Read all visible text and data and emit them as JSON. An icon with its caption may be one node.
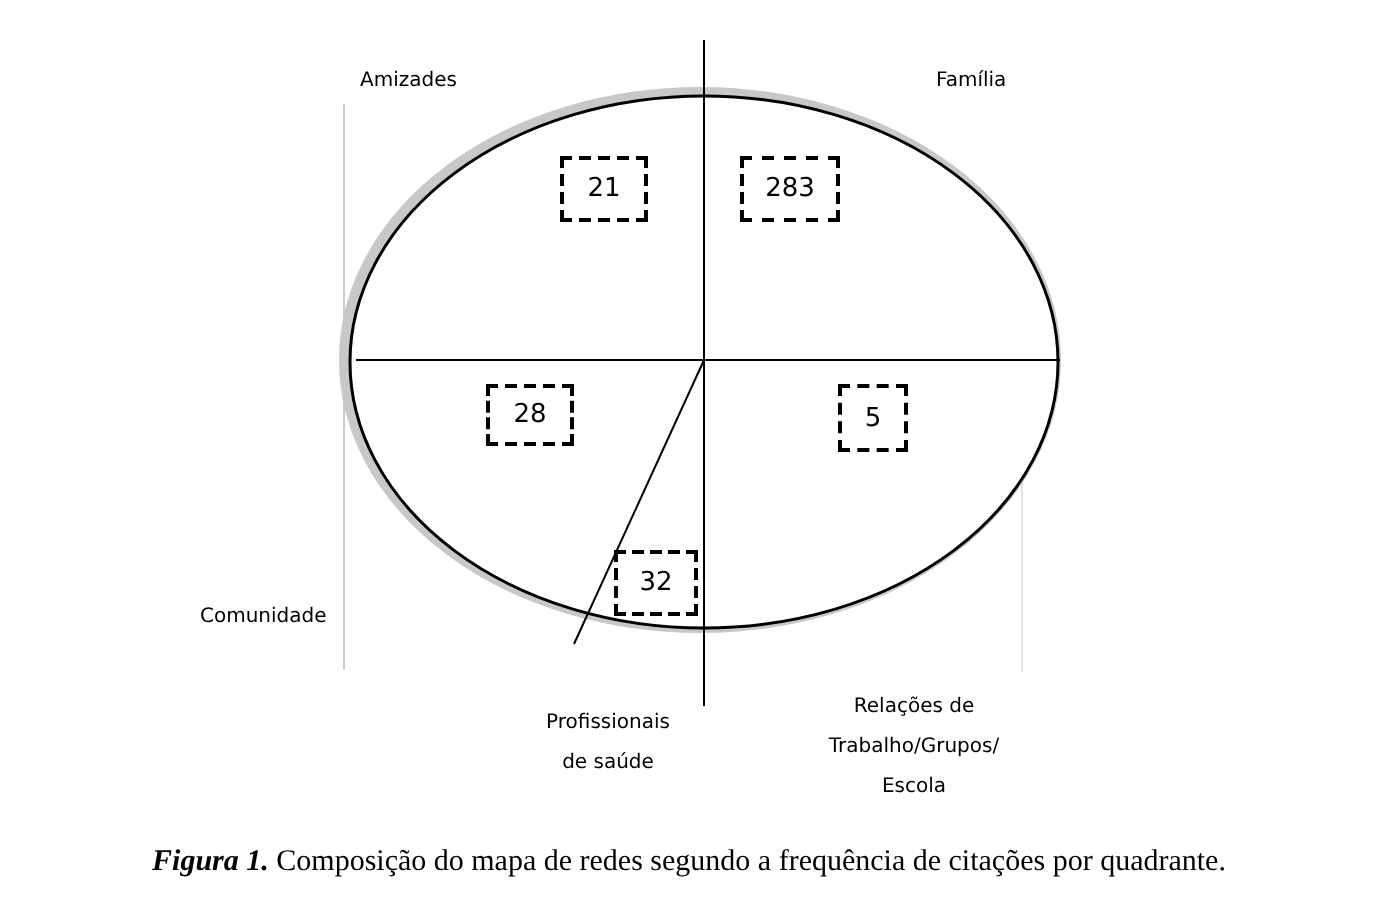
{
  "diagram": {
    "caption": "**Figura 1.** Composição do mapa de redes segundo a frequência de citações por quadrante.",
    "nodes": [
      {
        "text": [],
        "shape": "circle"
      },
      {
        "text": [
          "21"
        ],
        "in": 0
      },
      {
        "text": [
          "283"
        ],
        "in": 0
      },
      {
        "text": [
          "28"
        ],
        "in": 0
      },
      {
        "text": [
          "5"
        ],
        "in": 0
      },
      {
        "text": [
          "32"
        ],
        "in": 0
      }
    ],
    "edges": [],
    "labels": [
      "Amizades",
      "Família",
      "Comunidade",
      "Profissionais de saúde",
      "Relações de Trabalho/Grupos/ Escola"
    ]
  }
}
